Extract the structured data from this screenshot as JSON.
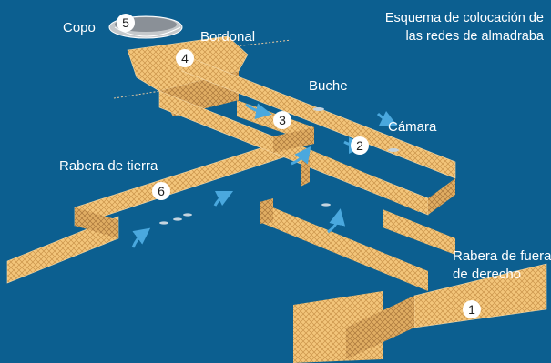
{
  "title": {
    "line1": "Esquema de colocación de",
    "line2": "las redes de almadraba"
  },
  "labels": {
    "copo": "Copo",
    "bordonal": "Bordonal",
    "buche": "Buche",
    "camara": "Cámara",
    "rabera_tierra": "Rabera de tierra",
    "rabera_fuera_line1": "Rabera de fuera",
    "rabera_fuera_line2": "de derecho"
  },
  "markers": [
    "1",
    "2",
    "3",
    "4",
    "5",
    "6"
  ],
  "colors": {
    "sea": "#0c5f90",
    "net": "#f3c57a",
    "net_mesh": "#c9934a",
    "arrow": "#4aa8de",
    "buoy_line": "#e8c9a0"
  }
}
